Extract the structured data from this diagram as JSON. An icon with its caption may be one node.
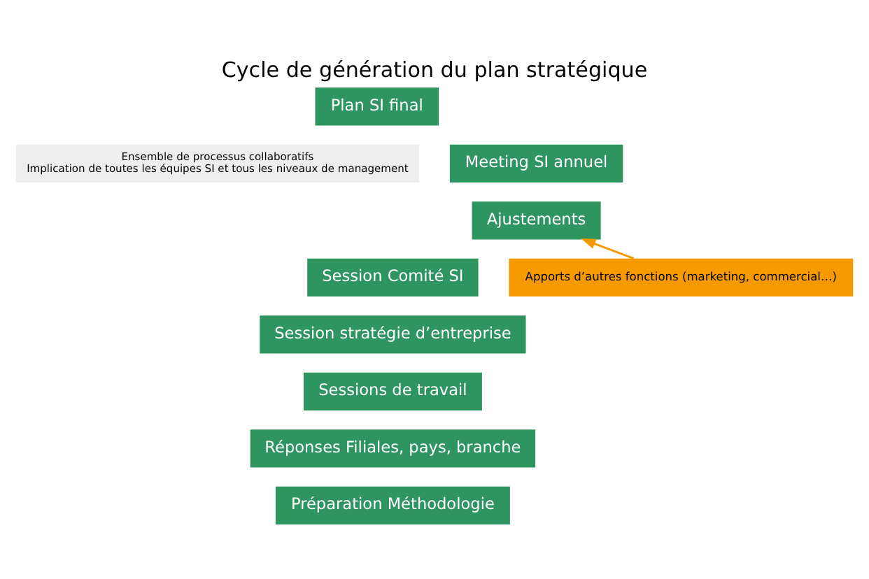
{
  "diagram": {
    "title": "Cycle de génération du plan stratégique",
    "nodes": [
      {
        "text": [
          "Ensemble de processus collaboratifs",
          "Implication de toutes les équipes SI et tous les niveaux de management"
        ]
      },
      {
        "text": [
          "Plan SI final"
        ]
      },
      {
        "text": [
          "Meeting SI annuel"
        ]
      },
      {
        "text": [
          "Ajustements"
        ]
      },
      {
        "text": [
          "Session Comité SI"
        ]
      },
      {
        "text": [
          "Session stratégie d’entreprise"
        ]
      },
      {
        "text": [
          "Sessions de travail"
        ]
      },
      {
        "text": [
          "Réponses Filiales, pays, branche"
        ]
      },
      {
        "text": [
          "Préparation Méthodologie"
        ]
      },
      {
        "text": [
          "Apports d’autres fonctions (marketing, commercial…)"
        ]
      }
    ],
    "edges": [
      {
        "from": 9,
        "to": 3,
        "arrow": "to",
        "color": "#f59a00"
      }
    ]
  }
}
